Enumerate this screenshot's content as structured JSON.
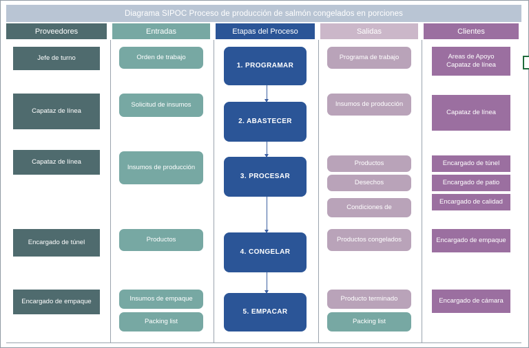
{
  "title": "Diagrama SIPOC Proceso de producción de salmón congelados en porciones",
  "colors": {
    "title_band": "#b9c5d4",
    "suppliers": "#4f6b6e",
    "inputs": "#77a8a3",
    "process": "#2b5597",
    "outputs": "#b9a3b9",
    "customers": "#9b6fa0",
    "outputs_header": "#cbb7c9",
    "arrow": "#3b5ea0",
    "marker_green": "#1f6b3b",
    "grid_line": "#9aa3ad",
    "text_on_fill": "#ffffff"
  },
  "columns": [
    {
      "key": "suppliers",
      "header": "Proveedores",
      "header_color": "#4f6b6e",
      "shape": "square",
      "items": [
        {
          "label": "Jefe de turno"
        },
        {
          "label": "Capataz de línea"
        },
        {
          "label": "Capataz de línea"
        },
        {
          "label": "Encargado de túnel"
        },
        {
          "label": "Encargado de empaque"
        }
      ]
    },
    {
      "key": "inputs",
      "header": "Entradas",
      "header_color": "#77a8a3",
      "shape": "rounded",
      "items": [
        {
          "label": "Orden de trabajo"
        },
        {
          "label": "Solicitud de insumos"
        },
        {
          "label": "Insumos de producción"
        },
        {
          "label": "Productos"
        },
        {
          "label": "Insumos de empaque"
        },
        {
          "label": "Packing list"
        }
      ]
    },
    {
      "key": "process",
      "header": "Etapas del Proceso",
      "header_color": "#2b5597",
      "shape": "rounded",
      "items": [
        {
          "label": "1. PROGRAMAR"
        },
        {
          "label": "2. ABASTECER"
        },
        {
          "label": "3. PROCESAR"
        },
        {
          "label": "4. CONGELAR"
        },
        {
          "label": "5. EMPACAR"
        }
      ]
    },
    {
      "key": "outputs",
      "header": "Salidas",
      "header_color": "#cbb7c9",
      "shape": "rounded",
      "items": [
        {
          "label": "Programa de trabajo"
        },
        {
          "label": "Insumos de producción"
        },
        {
          "label": "Productos"
        },
        {
          "label": "Desechos"
        },
        {
          "label": "Condiciones de"
        },
        {
          "label": "Productos congelados"
        },
        {
          "label": "Producto terminado"
        },
        {
          "label": "Packing list",
          "color": "#77a8a3"
        }
      ]
    },
    {
      "key": "customers",
      "header": "Clientes",
      "header_color": "#9b6fa0",
      "shape": "square",
      "items": [
        {
          "label": "Areas de Apoyo\nCapataz de línea"
        },
        {
          "label": "Capataz de línea"
        },
        {
          "label": "Encargado de túnel"
        },
        {
          "label": "Encargado de patio"
        },
        {
          "label": "Encargado de calidad"
        },
        {
          "label": "Encargado de empaque"
        },
        {
          "label": "Encargado de cámara"
        }
      ]
    }
  ],
  "arrow_count": 4,
  "edge_marker": {
    "present": true,
    "shape": "rectangle-outline",
    "color": "#1f6b3b"
  }
}
